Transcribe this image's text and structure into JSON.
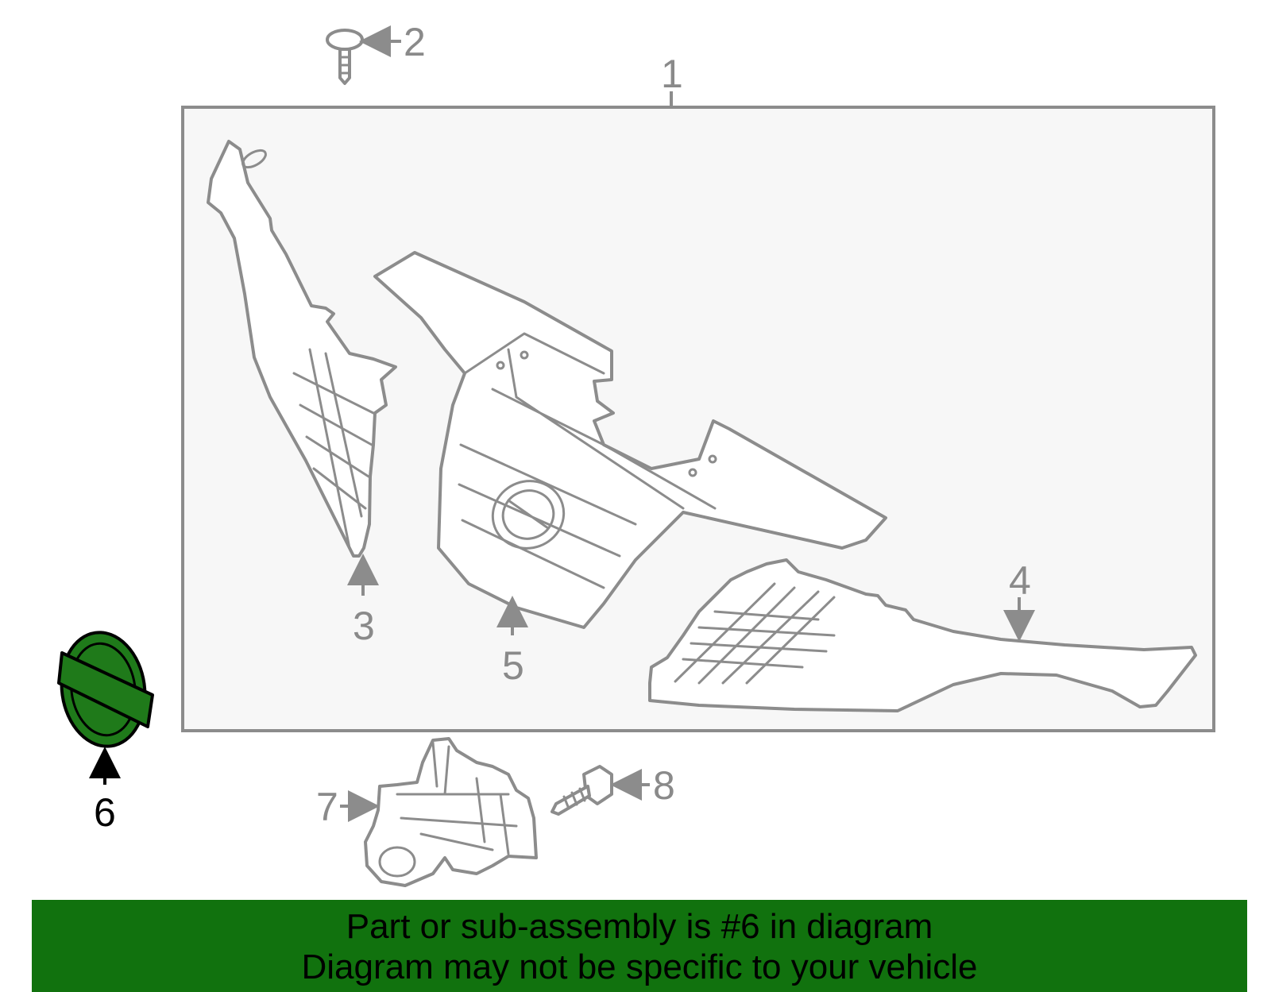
{
  "colors": {
    "highlight": "#1f7a1a",
    "banner_background": "#11720e",
    "line_gray": "#8c8c8c",
    "assembly_box_fill": "#f7f7f7"
  },
  "callouts": {
    "c1": "1",
    "c2": "2",
    "c3": "3",
    "c4": "4",
    "c5": "5",
    "c6": "6",
    "c7": "7",
    "c8": "8"
  },
  "highlighted_part": "6",
  "banner": {
    "line1": "Part or sub-assembly is #6 in diagram",
    "line2": "Diagram may not be specific to your vehicle"
  }
}
